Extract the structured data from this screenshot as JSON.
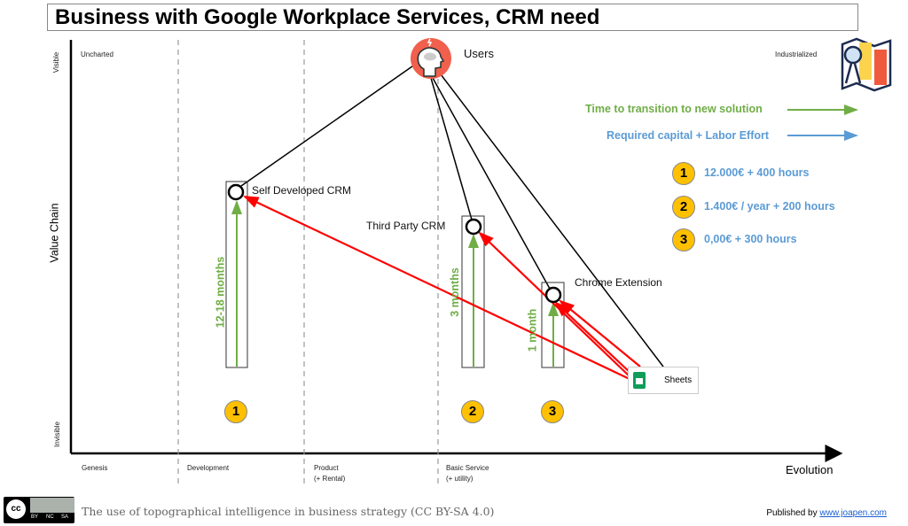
{
  "title": "Business with Google Workplace Services, CRM need",
  "axes": {
    "y_label": "Value Chain",
    "y_top": "Visible",
    "y_bottom": "Invisible",
    "x_label": "Evolution",
    "stages": [
      "Genesis",
      "Development",
      "Product",
      "(+ Rental)",
      "Basic Service",
      "(+ utility)"
    ],
    "top_left": "Uncharted",
    "top_right": "Industrialized"
  },
  "components": {
    "users": "Users",
    "self_crm": "Self  Developed CRM",
    "third_crm": "Third Party CRM",
    "chrome": "Chrome Extension",
    "sheets": "Sheets"
  },
  "durations": {
    "one": "12-18 months",
    "two": "3 months",
    "three": "1 month"
  },
  "markers": [
    "1",
    "2",
    "3"
  ],
  "legend": {
    "time": "Time to transition to new solution",
    "capital": "Required capital + Labor Effort",
    "costs": [
      {
        "num": "1",
        "text": "12.000€  +  400 hours"
      },
      {
        "num": "2",
        "text": "1.400€ / year +  200 hours"
      },
      {
        "num": "3",
        "text": "0,00€  +  300 hours"
      }
    ]
  },
  "footer": {
    "license": "The use of topographical intelligence in business strategy (CC BY-SA 4.0)",
    "published_prefix": "Published by ",
    "published_link": "www.joapen.com",
    "cc_badges": [
      "BY",
      "NC",
      "SA"
    ]
  },
  "colors": {
    "green": "#70ad47",
    "blue": "#5b9bd5",
    "red": "#ff0000",
    "marker": "#ffc000",
    "users": "#f0604d"
  }
}
